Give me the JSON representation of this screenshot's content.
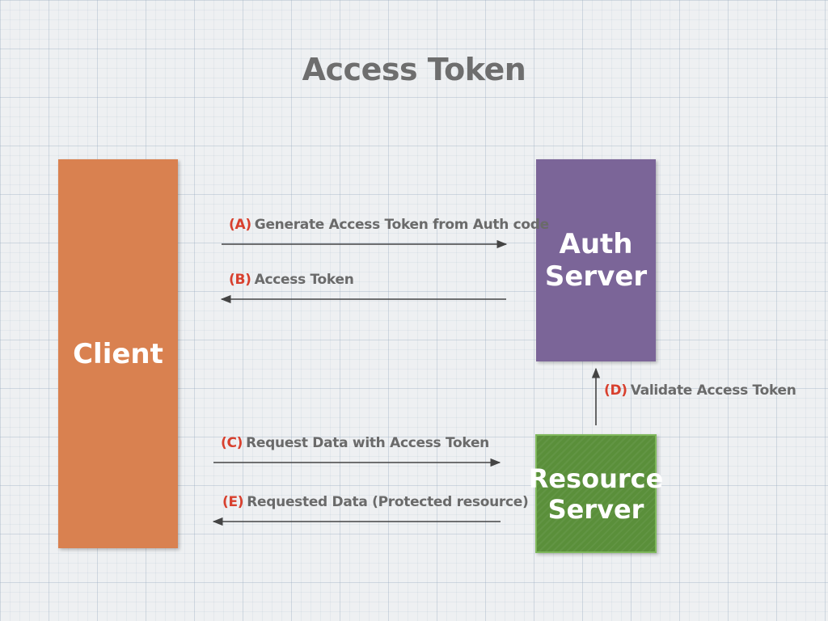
{
  "title": "Access Token",
  "nodes": {
    "client": "Client",
    "auth_server": "Auth\nServer",
    "resource_server": "Resource\nServer"
  },
  "arrows": {
    "a": {
      "step": "(A)",
      "text": "Generate Access Token from Auth code"
    },
    "b": {
      "step": "(B)",
      "text": "Access Token"
    },
    "c": {
      "step": "(C)",
      "text": "Request Data with Access Token"
    },
    "d": {
      "step": "(D)",
      "text": "Validate Access Token"
    },
    "e": {
      "step": "(E)",
      "text": "Requested Data (Protected resource)"
    }
  },
  "colors": {
    "client": "#d98150",
    "auth_server": "#7b6598",
    "resource_server": "#5a8f3a",
    "step_label": "#d8402e",
    "arrow_text": "#6a6a6a"
  }
}
